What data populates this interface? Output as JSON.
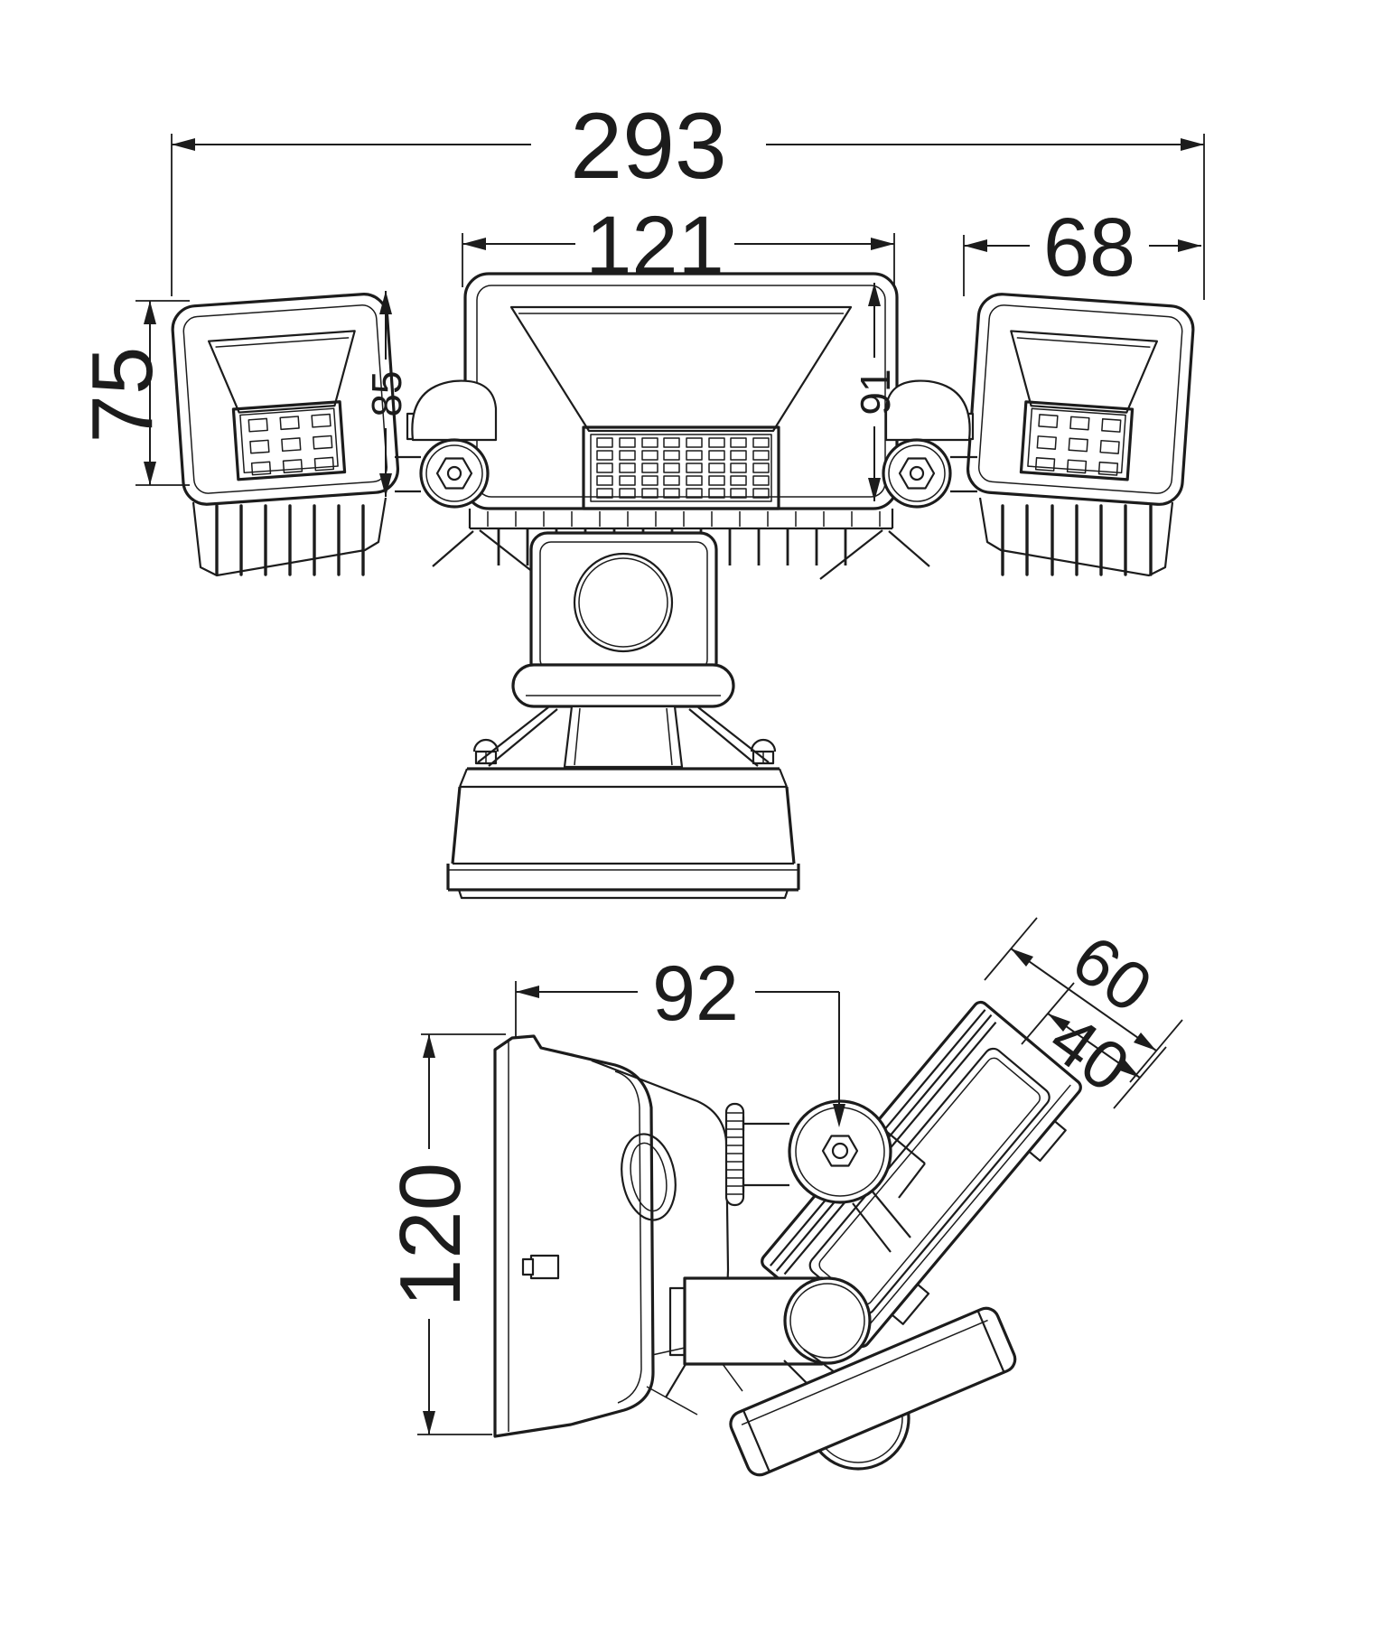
{
  "colors": {
    "ink": "#1c1c1c",
    "paper": "#ffffff"
  },
  "views": {
    "front": {
      "dimensions": {
        "overall_width": "293",
        "center_head_width": "121",
        "side_head_width": "68",
        "side_head_height": "75",
        "side_head_face_height": "85",
        "center_head_face_height": "91"
      }
    },
    "side": {
      "dimensions": {
        "body_depth": "92",
        "overall_height": "120",
        "head_depth": "60",
        "head_bezel_depth": "40"
      }
    }
  }
}
